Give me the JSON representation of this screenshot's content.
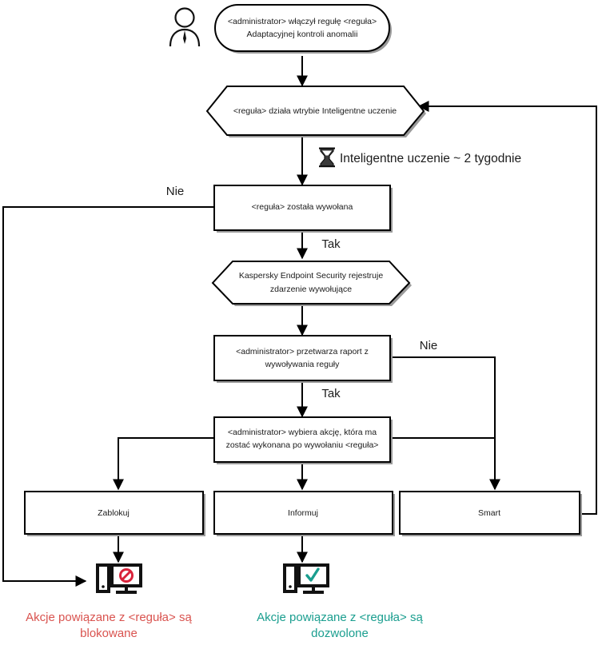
{
  "diagram": {
    "title": "Adaptacyjna kontrola anomalii - schemat dzialania reguly",
    "colors": {
      "stroke": "#000000",
      "background": "#ffffff",
      "blocked": "#d9534f",
      "allowed": "#1a9e8f",
      "label": "#1c1c1c"
    },
    "actor": {
      "icon": "person-icon",
      "name": "administrator"
    },
    "nodes": [
      {
        "id": "start",
        "shape": "stadium",
        "lines": [
          "<administrator> włączył regułę <reguła>",
          "Adaptacyjnej kontroli anomalii"
        ]
      },
      {
        "id": "smart-learning",
        "shape": "hexagon",
        "lines": [
          "<reguła> działa wtrybie Inteligentne uczenie"
        ]
      },
      {
        "id": "rule-triggered",
        "shape": "rect",
        "lines": [
          "<reguła> została wywołana"
        ]
      },
      {
        "id": "kes-registers",
        "shape": "hexagon",
        "lines": [
          "Kaspersky Endpoint Security rejestruje",
          "zdarzenie wywołujące"
        ]
      },
      {
        "id": "admin-report",
        "shape": "rect",
        "lines": [
          "<administrator> przetwarza raport z",
          "wywoływania reguły"
        ]
      },
      {
        "id": "admin-selects-action",
        "shape": "rect",
        "lines": [
          "<administrator> wybiera akcję, która ma",
          "zostać wykonana po wywołaniu <reguła>"
        ]
      },
      {
        "id": "action-block",
        "shape": "rect",
        "lines": [
          "Zablokuj"
        ]
      },
      {
        "id": "action-inform",
        "shape": "rect",
        "lines": [
          "Informuj"
        ]
      },
      {
        "id": "action-smart",
        "shape": "rect",
        "lines": [
          "Smart"
        ]
      }
    ],
    "edge_labels": {
      "no_from_trigger": "Nie",
      "yes_from_trigger": "Tak",
      "no_from_report": "Nie",
      "yes_from_report": "Tak"
    },
    "annotation": {
      "icon": "hourglass-icon",
      "text": "Inteligentne uczenie ~ 2 tygodnie"
    },
    "outcomes": [
      {
        "id": "blocked",
        "icon": "computer-blocked-icon",
        "badge": "prohibition-sign",
        "color": "#d9534f",
        "lines": [
          "Akcje powiązane z <reguła> są",
          "blokowane"
        ]
      },
      {
        "id": "allowed",
        "icon": "computer-allowed-icon",
        "badge": "check-mark",
        "color": "#1a9e8f",
        "lines": [
          "Akcje powiązane z <reguła> są",
          "dozwolone"
        ]
      }
    ]
  }
}
